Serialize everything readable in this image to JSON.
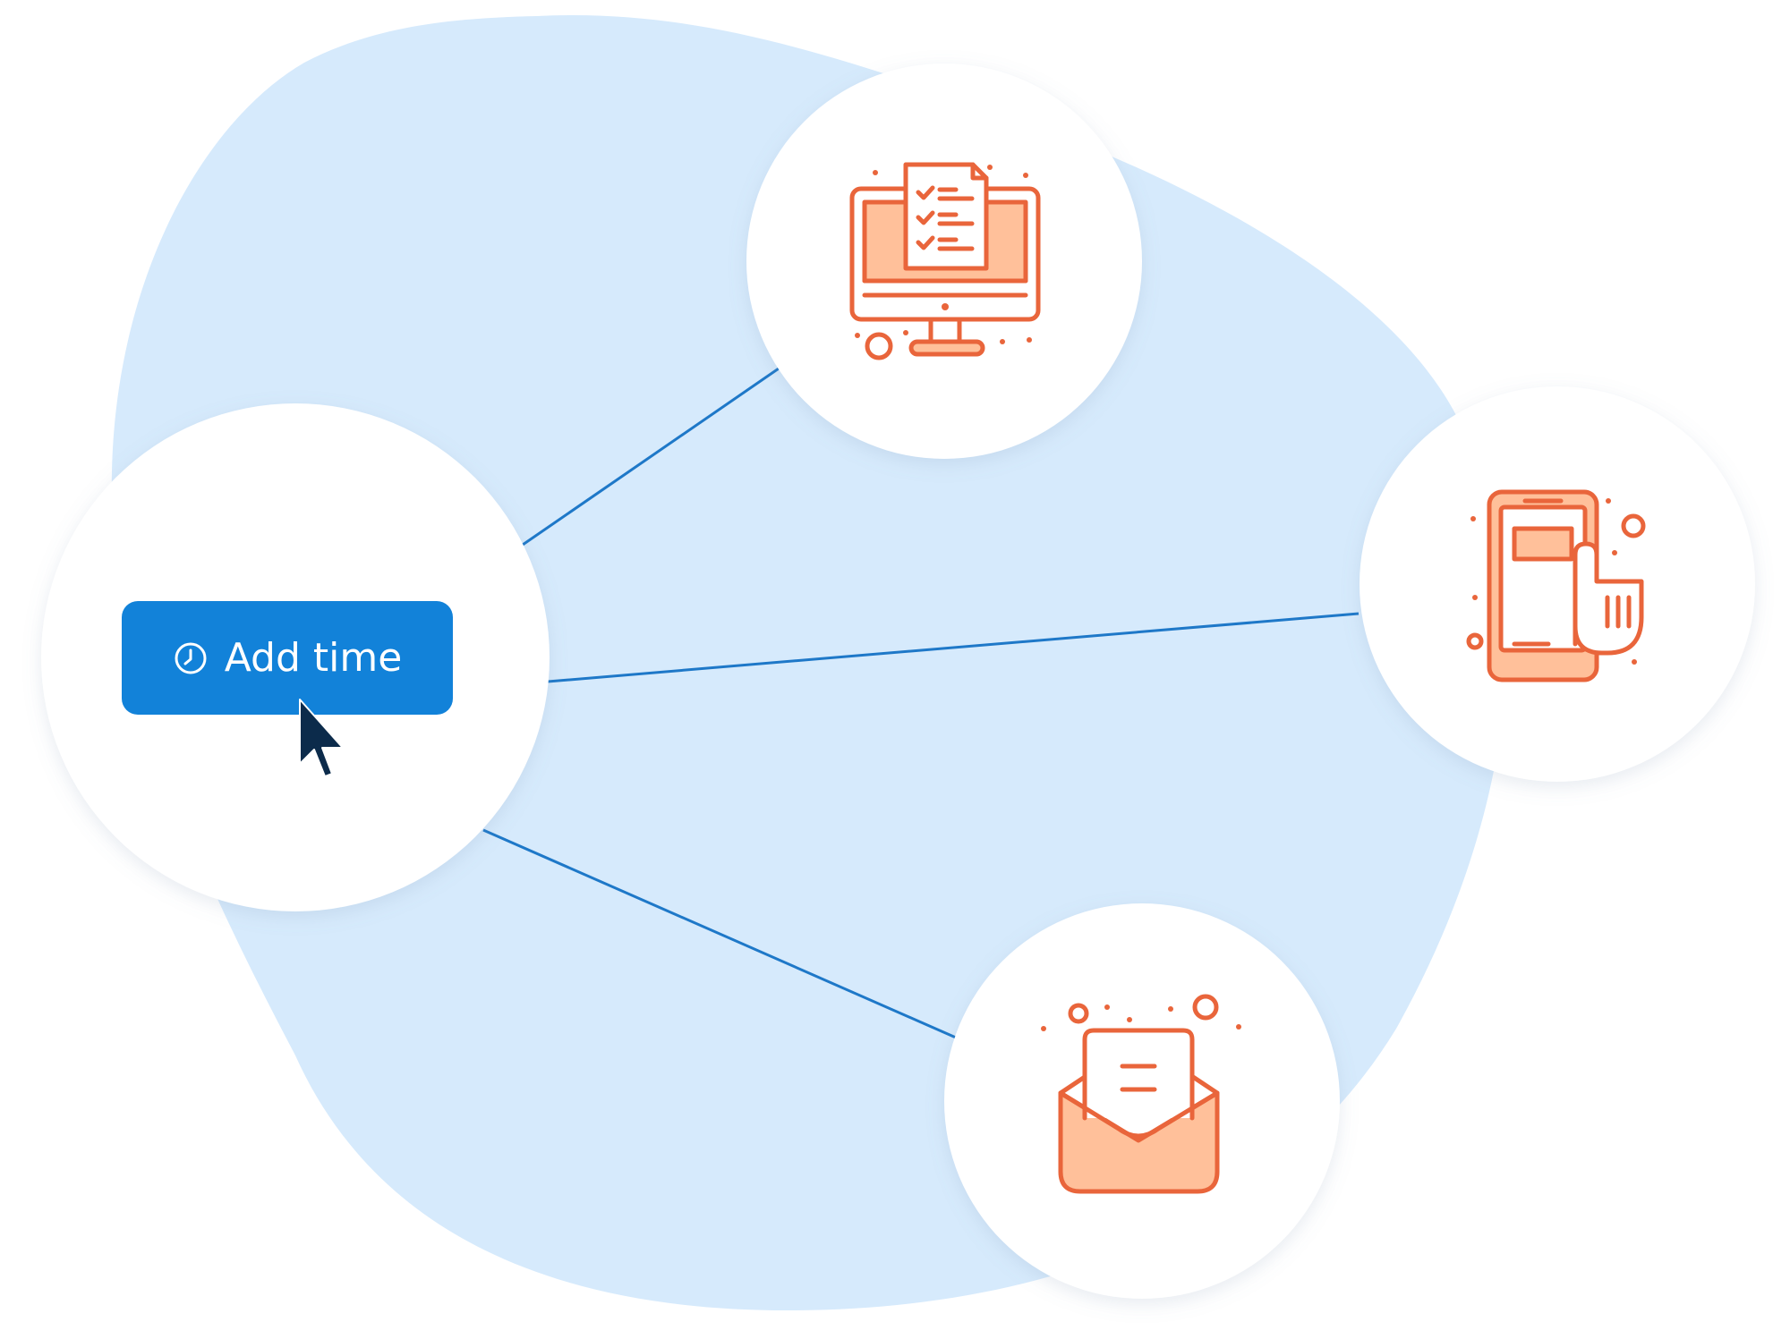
{
  "colors": {
    "blob": "#D6EAFC",
    "connector": "#1E78C8",
    "node_fill": "#FFFFFF",
    "button_bg": "#1282D9",
    "button_text": "#FFFFFF",
    "icon_stroke": "#E9653B",
    "icon_fill": "#FFC09A",
    "cursor": "#0C2B4B"
  },
  "button": {
    "label": "Add time",
    "icon": "clock-icon"
  },
  "nodes": [
    {
      "id": "action",
      "content": "add-time-button"
    },
    {
      "id": "task",
      "icon": "monitor-checklist-icon"
    },
    {
      "id": "mobile",
      "icon": "phone-tap-icon"
    },
    {
      "id": "email",
      "icon": "envelope-letter-icon"
    }
  ],
  "edges": [
    {
      "from": "action",
      "to": "task"
    },
    {
      "from": "action",
      "to": "mobile"
    },
    {
      "from": "action",
      "to": "email"
    }
  ],
  "cursor_icon": "mouse-pointer-icon"
}
